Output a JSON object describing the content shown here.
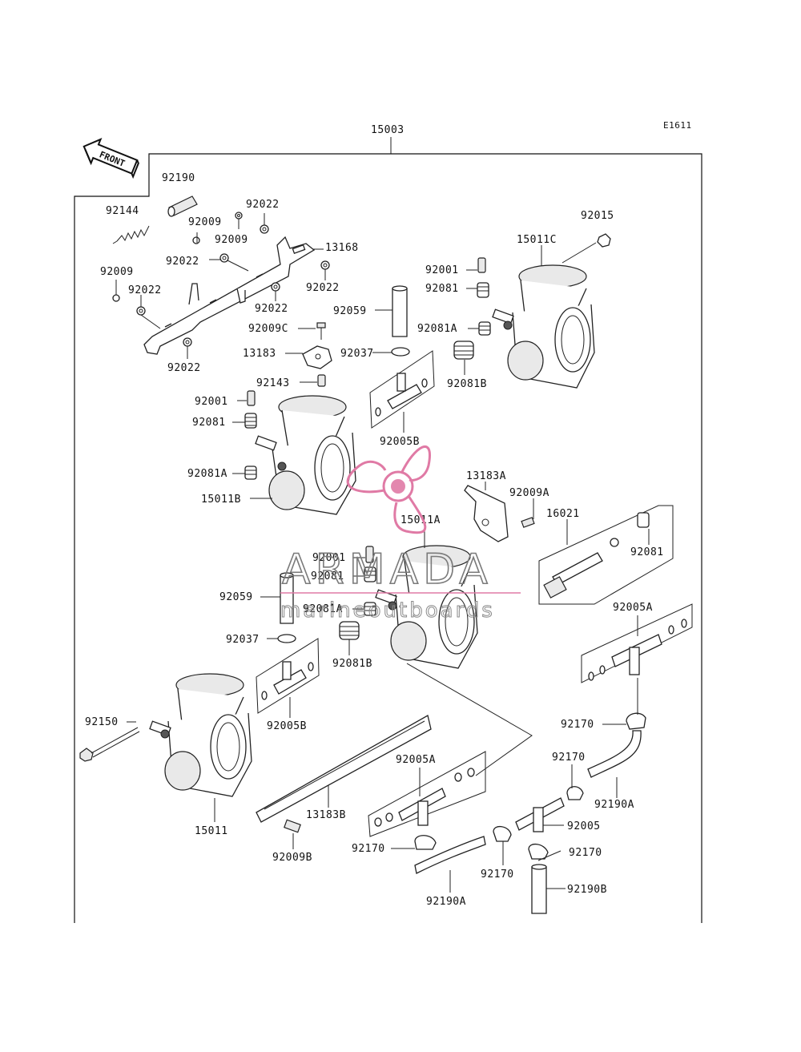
{
  "diagram": {
    "code": "E1611",
    "front_label": "FRONT",
    "assembly_label": "15003",
    "watermark": {
      "brand": "ARMADA",
      "tagline": "marineoutboards",
      "color": "#e07aa5"
    },
    "part_labels": [
      "92190",
      "92144",
      "92009",
      "92022",
      "92009",
      "92022",
      "13168",
      "92009",
      "92022",
      "92022",
      "92022",
      "92022",
      "92009C",
      "13183",
      "92143",
      "92001",
      "92081",
      "92081A",
      "15011B",
      "92059",
      "92037",
      "92005B",
      "92015",
      "15011C",
      "92001",
      "92081",
      "92081A",
      "92081B",
      "13183A",
      "92009A",
      "15011A",
      "16021",
      "92081",
      "92001",
      "92081",
      "92081A",
      "92081B",
      "92059",
      "92037",
      "92005B",
      "92005A",
      "92170",
      "92150",
      "15011",
      "13183B",
      "92009B",
      "92005A",
      "92170",
      "92190A",
      "92170",
      "92190A",
      "92005",
      "92170",
      "92170",
      "92190B"
    ]
  }
}
